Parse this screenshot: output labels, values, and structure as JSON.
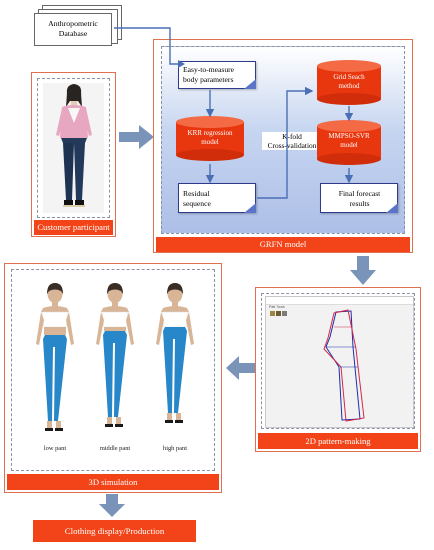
{
  "database": {
    "label_line1": "Anthropometric",
    "label_line2": "Database"
  },
  "customer_panel": {
    "label": "Customer participant"
  },
  "grfn_panel": {
    "label": "GRFN model",
    "easy_measure_line1": "Easy-to-measure",
    "easy_measure_line2": "body parameters",
    "krr_line1": "KRR regression",
    "krr_line2": "model",
    "residual_line1": "Residual",
    "residual_line2": "sequence",
    "kfold_line1": "K-fold",
    "kfold_line2": "Cross-validation",
    "grid_line1": "Grid Seach",
    "grid_line2": "method",
    "mmpso_line1": "MMPSO-SVR",
    "mmpso_line2": "model",
    "forecast_line1": "Final forecast",
    "forecast_line2": "results"
  },
  "pattern_panel": {
    "label": "2D pattern-making",
    "window_menu": "Patt  Tools"
  },
  "sim_panel": {
    "label": "3D simulation",
    "captions": [
      "low pant",
      "middle pant",
      "high pant"
    ]
  },
  "display_bar": {
    "label": "Clothing display/Production"
  },
  "colors": {
    "accent_red": "#f24418",
    "arrow_blue": "#7a93b8",
    "cylinder_red": "#e8360f",
    "pant_blue": "#2787c9"
  }
}
